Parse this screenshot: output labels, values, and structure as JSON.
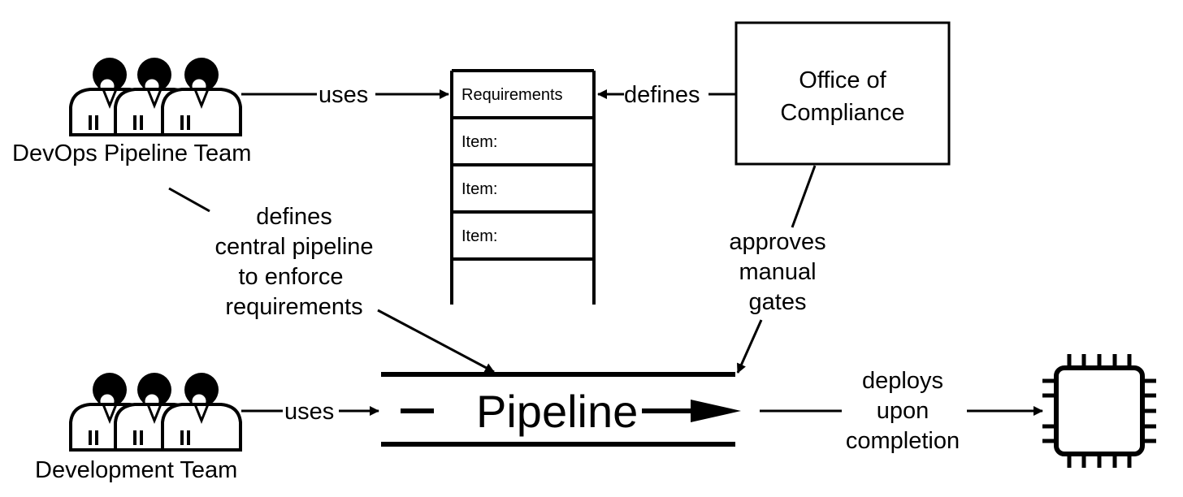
{
  "devops_team": {
    "label": "DevOps Pipeline Team",
    "icon": "people-group-icon"
  },
  "dev_team": {
    "label": "Development Team",
    "icon": "people-group-icon"
  },
  "requirements": {
    "header": "Requirements",
    "items": [
      "Item:",
      "Item:",
      "Item:"
    ]
  },
  "compliance": {
    "line1": "Office of",
    "line2": "Compliance"
  },
  "pipeline": {
    "label": "Pipeline"
  },
  "target": {
    "icon": "cpu-chip-icon"
  },
  "edges": {
    "devops_uses": "uses",
    "compliance_defines": "defines",
    "central_pipeline": [
      "defines",
      "central pipeline",
      "to enforce",
      "requirements"
    ],
    "approves": [
      "approves",
      "manual",
      "gates"
    ],
    "dev_uses": "uses",
    "deploys": [
      "deploys",
      "upon",
      "completion"
    ]
  }
}
